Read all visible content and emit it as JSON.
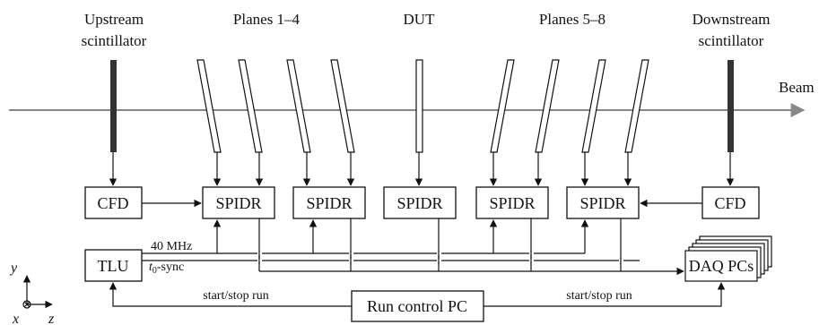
{
  "labels": {
    "upstream_line1": "Upstream",
    "upstream_line2": "scintillator",
    "planes_1_4": "Planes 1–4",
    "dut": "DUT",
    "planes_5_8": "Planes 5–8",
    "downstream_line1": "Downstream",
    "downstream_line2": "scintillator",
    "beam": "Beam"
  },
  "boxes": {
    "cfd_left": "CFD",
    "spidr": "SPIDR",
    "cfd_right": "CFD",
    "tlu": "TLU",
    "daq": "DAQ PCs",
    "run_control": "Run control PC"
  },
  "signals": {
    "clock": "40 MHz",
    "sync_t": "t",
    "sync_sub": "0",
    "sync_rest": "-sync",
    "start_stop_left": "start/stop run",
    "start_stop_right": "start/stop run"
  },
  "axes": {
    "y": "y",
    "x": "x",
    "z": "z"
  }
}
